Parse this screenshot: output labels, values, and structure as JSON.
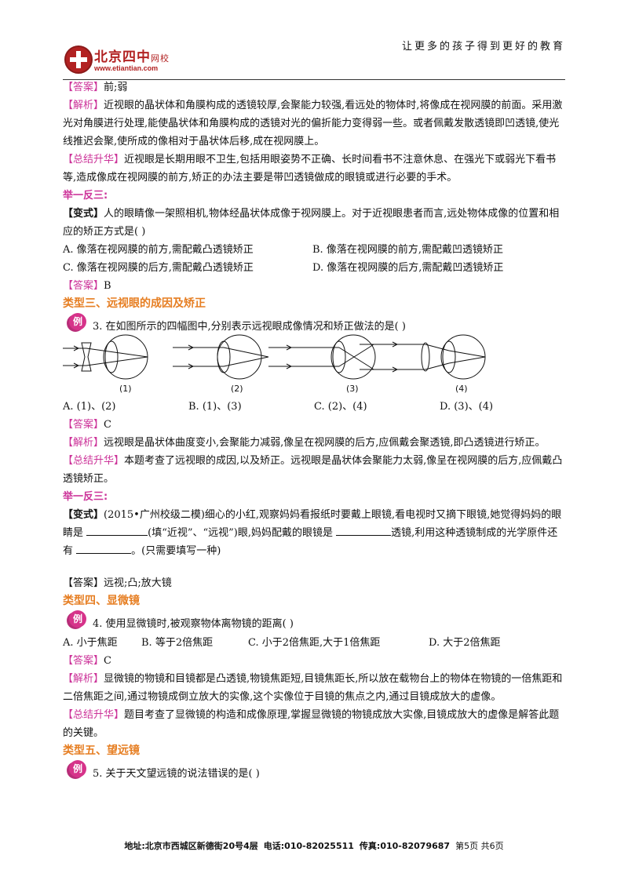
{
  "header": {
    "logo_name": "北京四中",
    "logo_suffix": "网校",
    "logo_url": "www.etiantian.com",
    "slogan": "让更多的孩子得到更好的教育"
  },
  "tags": {
    "answer": "【答案】",
    "analysis": "【解析】",
    "summary": "【总结升华】",
    "variant": "【变式】",
    "example": "例",
    "practice": "举一反三:"
  },
  "s1": {
    "answer": "前;弱",
    "analysis": "近视眼的晶状体和角膜构成的透镜较厚,会聚能力较强,看远处的物体时,将像成在视网膜的前面。采用激光对角膜进行处理,能使晶状体和角膜构成的透镜对光的偏折能力变得弱一些。或者佩戴发散透镜即凹透镜,使光线推迟会聚,使所成的像相对于晶状体后移,成在视网膜上。",
    "summary": "近视眼是长期用眼不卫生,包括用眼姿势不正确、长时间看书不注意休息、在强光下或弱光下看书等,造成像成在视网膜的前方,矫正的办法主要是带凹透镜做成的眼镜或进行必要的手术。",
    "variant": "人的眼睛像一架照相机,物体经晶状体成像于视网膜上。对于近视眼患者而言,远处物体成像的位置和相应的矫正方式是(    )",
    "options": [
      "A. 像落在视网膜的前方,需配戴凸透镜矫正",
      "B. 像落在视网膜的前方,需配戴凹透镜矫正",
      "C. 像落在视网膜的后方,需配戴凸透镜矫正",
      "D. 像落在视网膜的后方,需配戴凹透镜矫正"
    ],
    "variant_answer": "B"
  },
  "s3": {
    "title": "类型三、远视眼的成因及矫正",
    "question": "3. 在如图所示的四幅图中,分别表示远视眼成像情况和矫正做法的是(    )",
    "fig_labels": [
      "(1)",
      "(2)",
      "(3)",
      "(4)"
    ],
    "options": [
      "A. (1)、(2)",
      "B. (1)、(3)",
      "C. (2)、(4)",
      "D. (3)、(4)"
    ],
    "answer": "C",
    "analysis": "远视眼是晶状体曲度变小,会聚能力减弱,像呈在视网膜的后方,应佩戴会聚透镜,即凸透镜进行矫正。",
    "summary": "本题考查了远视眼的成因,以及矫正。远视眼是晶状体会聚能力太弱,像呈在视网膜的后方,应佩戴凸透镜矫正。",
    "variant_part1": "(2015•广州校级二模)细心的小红,观察妈妈看报纸时要戴上眼镜,看电视时又摘下眼镜,她觉得妈妈的眼睛是",
    "variant_part2": "(填“近视”、“远视”)眼,妈妈配戴的眼镜是",
    "variant_part3": "透镜,利用这种透镜制成的光学原件还有",
    "variant_part4": "。(只需要填写一种)",
    "variant_answer": "远视;凸;放大镜"
  },
  "s4": {
    "title": "类型四、显微镜",
    "question": "4. 使用显微镜时,被观察物体离物镜的距离(    )",
    "options": [
      "A. 小于焦距",
      "B. 等于2倍焦距",
      "C. 小于2倍焦距,大于1倍焦距",
      "D. 大于2倍焦距"
    ],
    "answer": "C",
    "analysis": "显微镜的物镜和目镜都是凸透镜,物镜焦距短,目镜焦距长,所以放在载物台上的物体在物镜的一倍焦距和二倍焦距之间,通过物镜成倒立放大的实像,这个实像位于目镜的焦点之内,通过目镜成放大的虚像。",
    "summary": "题目考查了显微镜的构造和成像原理,掌握显微镜的物镜成放大实像,目镜成放大的虚像是解答此题的关键。"
  },
  "s5": {
    "title": "类型五、望远镜",
    "question": "5. 关于天文望远镜的说法错误的是(    )"
  },
  "footer": {
    "address": "地址:北京市西城区新德街20号4层",
    "phone": "电话:010-82025511",
    "fax": "传真:010-82079687",
    "page": "第5页 共6页"
  }
}
